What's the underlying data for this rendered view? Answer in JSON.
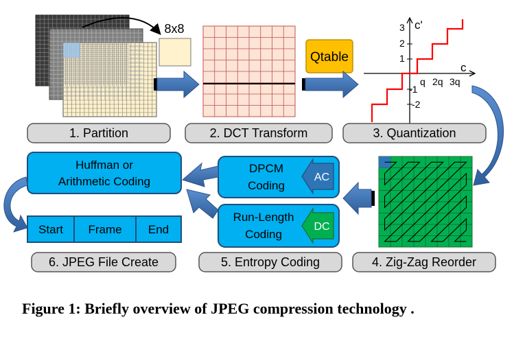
{
  "figure": {
    "caption": "Figure 1: Briefly overview of JPEG compression technology ."
  },
  "steps": {
    "partition": "1. Partition",
    "dct": "2. DCT Transform",
    "quantization": "3. Quantization",
    "zigzag": "4. Zig-Zag Reorder",
    "entropy": "5. Entropy Coding",
    "file_create": "6. JPEG File Create"
  },
  "partition": {
    "block_size": "8x8"
  },
  "qtable": {
    "label": "Qtable"
  },
  "quant_plot": {
    "y_axis_label": "c'",
    "x_axis_label": "c",
    "y_ticks": [
      "3",
      "2",
      "1",
      "-1",
      "-2"
    ],
    "x_ticks": [
      "q",
      "2q",
      "3q"
    ]
  },
  "entropy": {
    "dpcm_line1": "DPCM",
    "dpcm_line2": "Coding",
    "ac_label": "AC",
    "rle_line1": "Run-Length",
    "rle_line2": "Coding",
    "dc_label": "DC"
  },
  "coding": {
    "line1": "Huffman or",
    "line2": "Arithmetic Coding"
  },
  "file": {
    "start": "Start",
    "frame": "Frame",
    "end": "End"
  },
  "colors": {
    "blue_box": "#00b0f0",
    "blue_border": "#1f4e79",
    "arrow_blue": "#4f81bd",
    "label_gray": "#d9d9d9",
    "qtable_orange": "#ffc000",
    "dct_pink": "#fce4d6",
    "cream": "#fff2cc",
    "green_grid": "#00b050",
    "step_red": "#ff0000"
  }
}
